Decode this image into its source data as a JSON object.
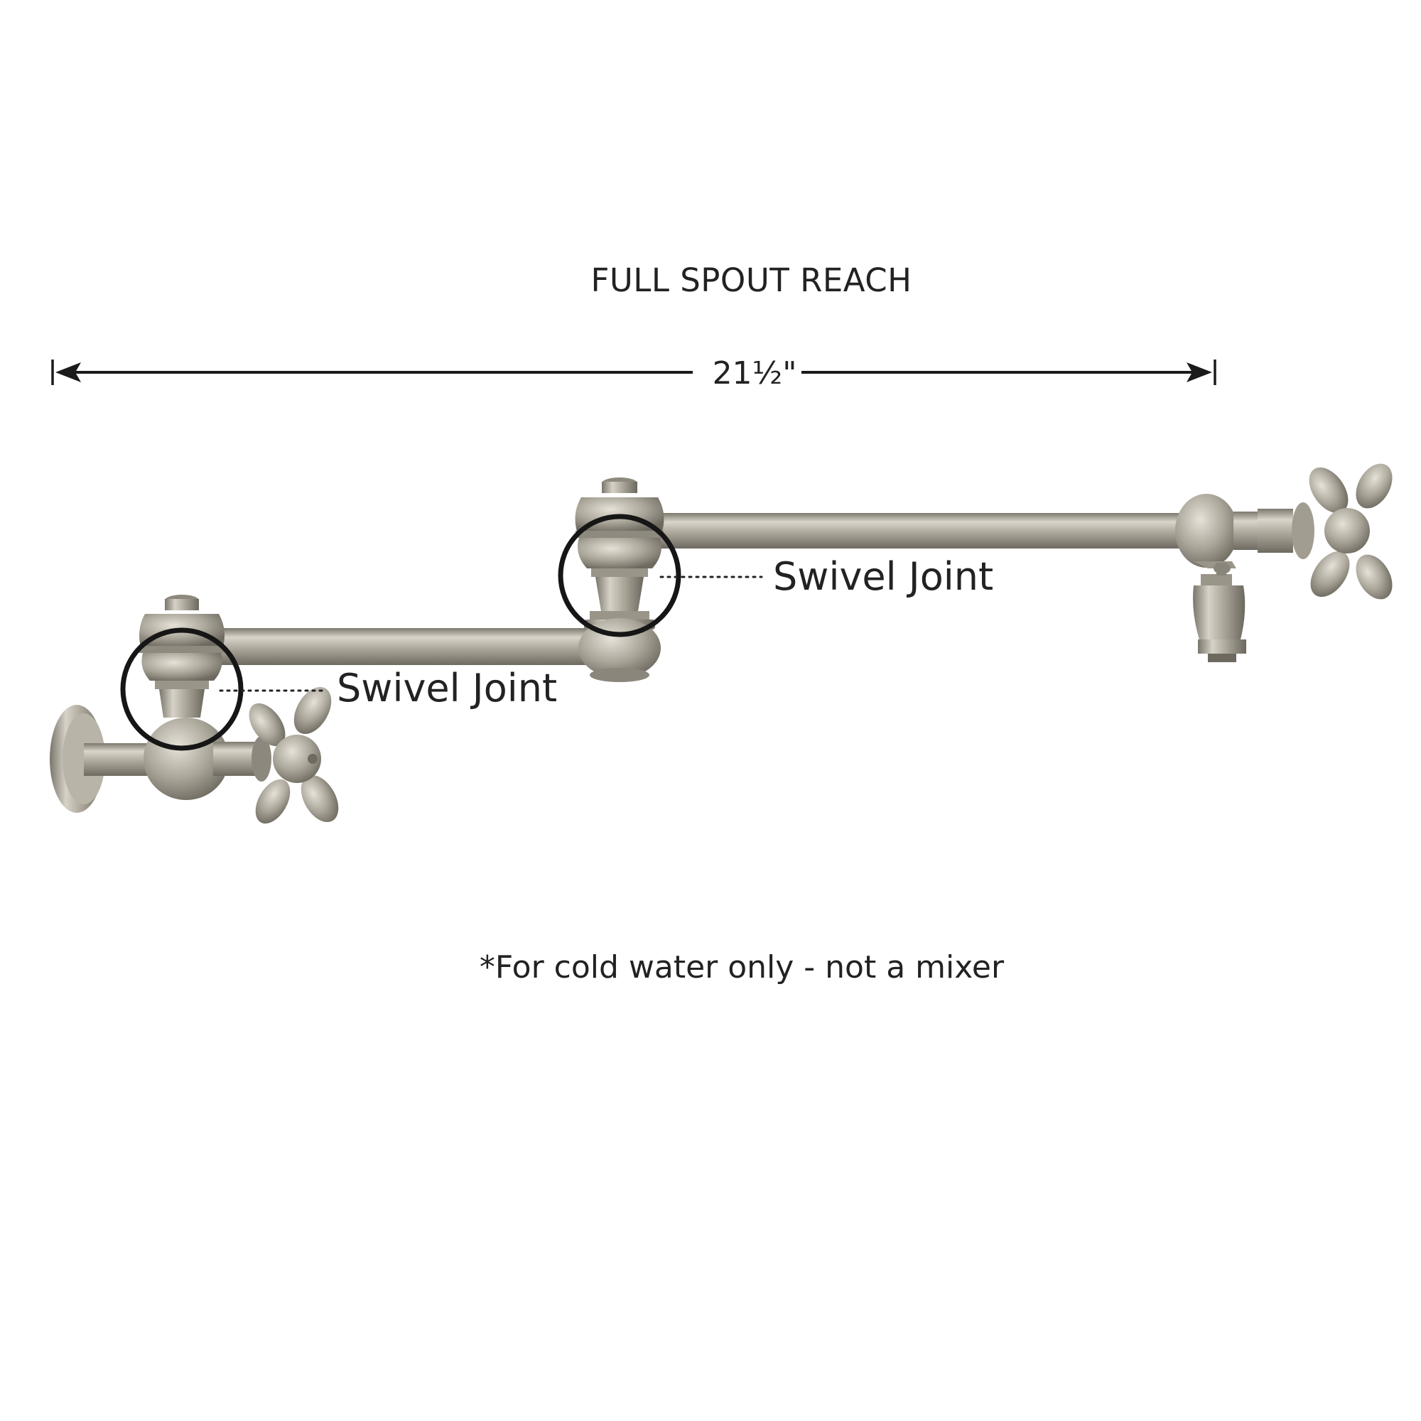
{
  "diagram": {
    "title": "FULL SPOUT REACH",
    "reach_dimension": "21½\"",
    "callouts": [
      {
        "label": "Swivel Joint"
      },
      {
        "label": "Swivel Joint"
      }
    ],
    "footnote": "*For cold water only - not a mixer"
  },
  "colors": {
    "background": "#ffffff",
    "text": "#222222",
    "dimension_line": "#1a1a1a",
    "callout_ring": "#161616",
    "finish_brushed_nickel": "#a9a497"
  },
  "icons": {
    "left_arrowhead": "arrow-left-icon",
    "right_arrowhead": "arrow-right-icon"
  }
}
